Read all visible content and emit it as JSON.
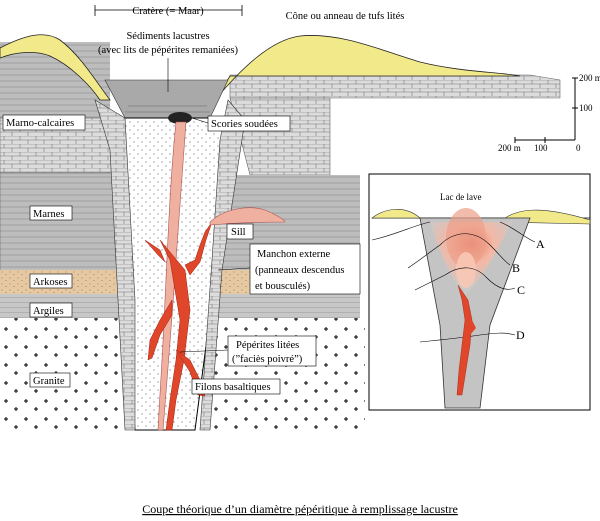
{
  "title": "Coupe théorique d’un diamètre pépéritique à remplissage lacustre",
  "top": {
    "crater": "Cratère (= Maar)",
    "cone": "Cône ou anneau de tufs lités",
    "sediments_line1": "Sédiments lacustres",
    "sediments_line2": "(avec lits de pépérites remaniées)"
  },
  "layers": {
    "marno": "Marno-calcaires",
    "marnes": "Marnes",
    "arkoses": "Arkoses",
    "argiles": "Argiles",
    "granite": "Granite"
  },
  "labels": {
    "scories": "Scories soudées",
    "sill": "Sill",
    "manchon_line1": "Manchon externe",
    "manchon_line2": "(panneaux descendus",
    "manchon_line3": "et bousculés)",
    "peperites_line1": "Pépérites litées",
    "peperites_line2": "(”faciès poivré”)",
    "filons": "Filons basaltiques"
  },
  "scale": {
    "v200": "200 m",
    "v100": "100",
    "v0": "0",
    "h200": "200 m",
    "h100": "100"
  },
  "inset": {
    "lac": "Lac de lave",
    "a": "A",
    "b": "B",
    "c": "C",
    "d": "D"
  },
  "colors": {
    "sky_cone": "#f2ea8a",
    "gray_layer": "#b9b9b9",
    "limestone": "#d9d9d9",
    "arkose": "#e8c9a0",
    "dyke": "#e0472a",
    "inset_gray": "#b0b0b0",
    "inset_pink": "#f0b0a0",
    "lava_core": "#e07050"
  }
}
